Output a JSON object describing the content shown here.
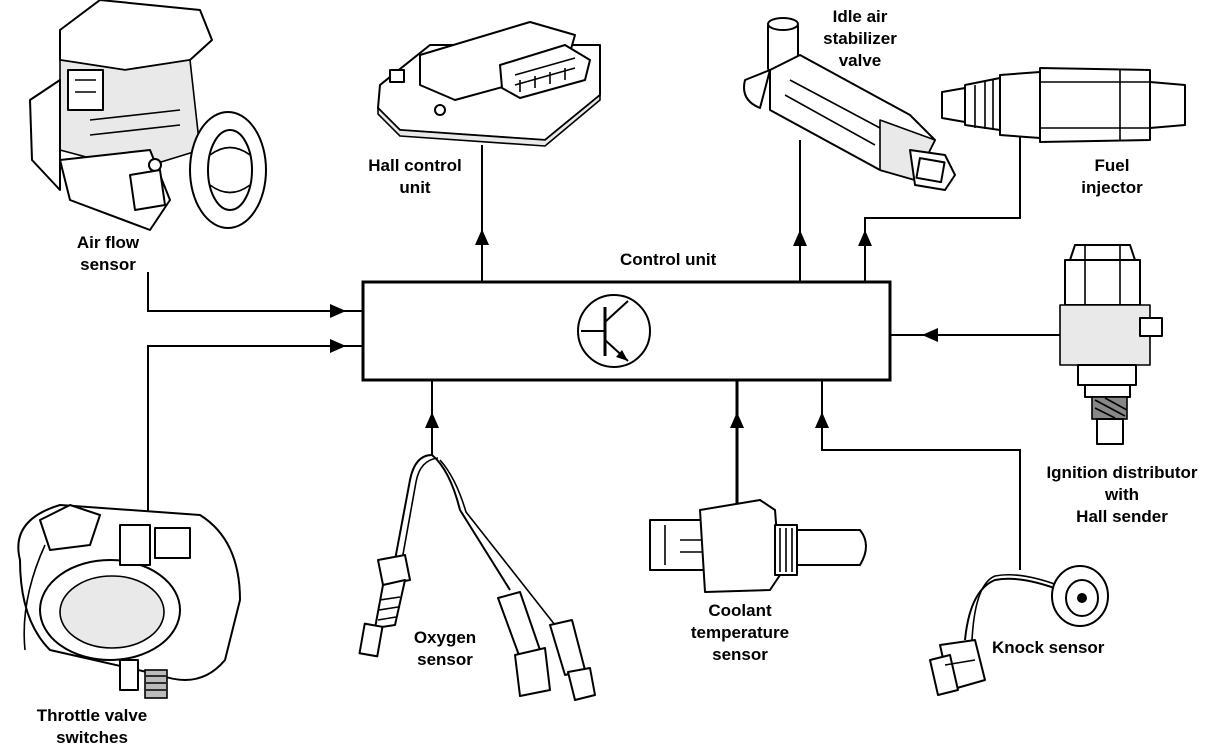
{
  "labels": {
    "control_unit": "Control unit",
    "air_flow_sensor": [
      "Air flow",
      "sensor"
    ],
    "hall_control_unit": [
      "Hall control",
      "unit"
    ],
    "idle_air_valve": [
      "Idle air",
      "stabilizer",
      "valve"
    ],
    "fuel_injector": [
      "Fuel",
      "injector"
    ],
    "ignition_distributor": [
      "Ignition distributor",
      "with",
      "Hall sender"
    ],
    "knock_sensor": "Knock sensor",
    "coolant_sensor": [
      "Coolant",
      "temperature",
      "sensor"
    ],
    "oxygen_sensor": [
      "Oxygen",
      "sensor"
    ],
    "throttle_valve": [
      "Throttle valve",
      "switches"
    ]
  },
  "icons": [
    "air-flow-sensor-icon",
    "hall-control-unit-icon",
    "idle-air-valve-icon",
    "fuel-injector-icon",
    "ignition-distributor-icon",
    "knock-sensor-icon",
    "coolant-sensor-icon",
    "oxygen-sensor-icon",
    "throttle-valve-icon",
    "transistor-icon"
  ]
}
